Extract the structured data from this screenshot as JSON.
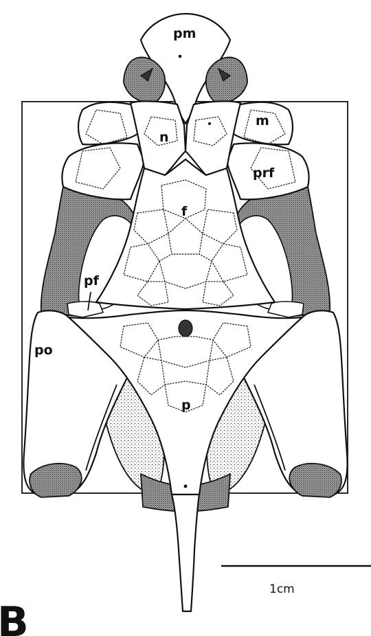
{
  "figure": {
    "panel_letter": "B",
    "labels": {
      "pm": "pm",
      "m": "m",
      "n": "n",
      "prf": "prf",
      "f": "f",
      "pf": "pf",
      "po": "po",
      "p": "p"
    },
    "scale_bar": {
      "text": "1cm"
    }
  }
}
